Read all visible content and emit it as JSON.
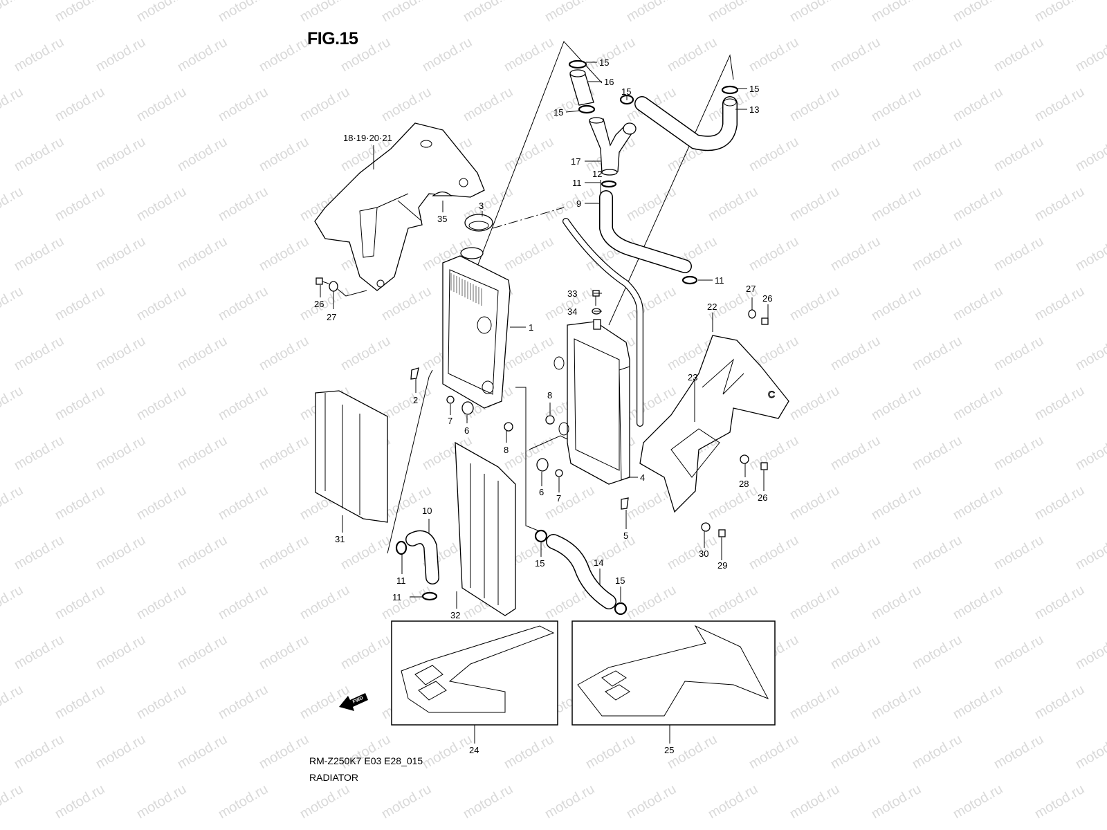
{
  "figure": {
    "title": "FIG.15",
    "model_code": "RM-Z250K7 E03 E28_015",
    "section_name": "RADIATOR",
    "watermark": "motod.ru",
    "fwd_arrow_label": "FWD"
  },
  "callouts": [
    {
      "id": "c15a",
      "number": "15",
      "part": "clamp"
    },
    {
      "id": "c16",
      "number": "16",
      "part": "hose"
    },
    {
      "id": "c15b",
      "number": "15",
      "part": "clamp"
    },
    {
      "id": "c15c",
      "number": "15",
      "part": "clamp"
    },
    {
      "id": "c17",
      "number": "17",
      "part": "y-joint"
    },
    {
      "id": "c11a",
      "number": "11",
      "part": "clamp"
    },
    {
      "id": "c9",
      "number": "9",
      "part": "hose"
    },
    {
      "id": "c12",
      "number": "12",
      "part": "breather-hose"
    },
    {
      "id": "c11b",
      "number": "11",
      "part": "clamp"
    },
    {
      "id": "c15d",
      "number": "15",
      "part": "clamp"
    },
    {
      "id": "c13",
      "number": "13",
      "part": "hose"
    },
    {
      "id": "c18",
      "number": "18·19·20·21",
      "part": "shroud-left"
    },
    {
      "id": "c35",
      "number": "35",
      "part": "grommet"
    },
    {
      "id": "c3",
      "number": "3",
      "part": "radiator-cap"
    },
    {
      "id": "c26a",
      "number": "26",
      "part": "bolt"
    },
    {
      "id": "c27a",
      "number": "27",
      "part": "washer"
    },
    {
      "id": "c1",
      "number": "1",
      "part": "radiator-left"
    },
    {
      "id": "c33",
      "number": "33",
      "part": "bolt"
    },
    {
      "id": "c34",
      "number": "34",
      "part": "washer"
    },
    {
      "id": "c27b",
      "number": "27",
      "part": "washer"
    },
    {
      "id": "c26b",
      "number": "26",
      "part": "bolt"
    },
    {
      "id": "c22",
      "number": "22",
      "part": "shroud-right"
    },
    {
      "id": "c23",
      "number": "23",
      "part": "emblem"
    },
    {
      "id": "c2",
      "number": "2",
      "part": "nut"
    },
    {
      "id": "c7a",
      "number": "7",
      "part": "collar"
    },
    {
      "id": "c6a",
      "number": "6",
      "part": "cushion"
    },
    {
      "id": "c8a",
      "number": "8",
      "part": "cushion"
    },
    {
      "id": "c8b",
      "number": "8",
      "part": "cushion"
    },
    {
      "id": "c6b",
      "number": "6",
      "part": "cushion"
    },
    {
      "id": "c7b",
      "number": "7",
      "part": "collar"
    },
    {
      "id": "c4",
      "number": "4",
      "part": "radiator-right"
    },
    {
      "id": "c28",
      "number": "28",
      "part": "washer"
    },
    {
      "id": "c26c",
      "number": "26",
      "part": "bolt"
    },
    {
      "id": "c5",
      "number": "5",
      "part": "nut"
    },
    {
      "id": "c31",
      "number": "31",
      "part": "radiator-guard-left"
    },
    {
      "id": "c10",
      "number": "10",
      "part": "hose"
    },
    {
      "id": "c11c",
      "number": "11",
      "part": "clamp"
    },
    {
      "id": "c11d",
      "number": "11",
      "part": "clamp"
    },
    {
      "id": "c32",
      "number": "32",
      "part": "radiator-guard-right"
    },
    {
      "id": "c15e",
      "number": "15",
      "part": "clamp"
    },
    {
      "id": "c14",
      "number": "14",
      "part": "hose"
    },
    {
      "id": "c15f",
      "number": "15",
      "part": "clamp"
    },
    {
      "id": "c30",
      "number": "30",
      "part": "washer"
    },
    {
      "id": "c29",
      "number": "29",
      "part": "bolt"
    },
    {
      "id": "c24",
      "number": "24",
      "part": "decal-left"
    },
    {
      "id": "c25",
      "number": "25",
      "part": "decal-right"
    }
  ]
}
